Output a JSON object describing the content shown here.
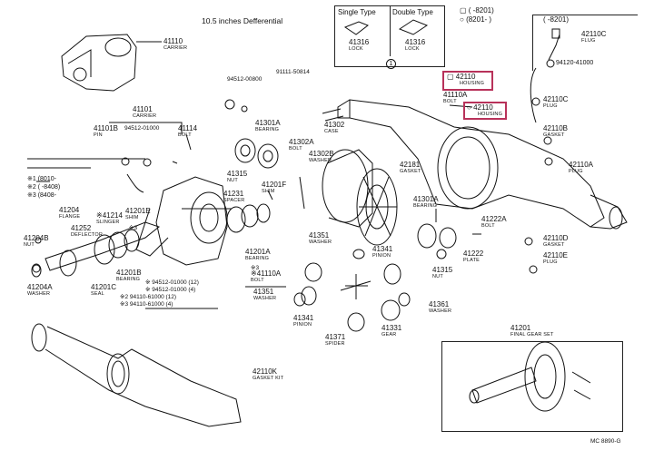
{
  "title": "10.5 inches Defferential",
  "accent": "#b8325a",
  "legend_top": {
    "single": "Single Type",
    "double": "Double Type",
    "single_pn": "41316",
    "single_lbl": "LOCK",
    "double_pn": "41316",
    "double_lbl": "LOCK",
    "circle_marker": "1"
  },
  "date_legend": {
    "row1": "(          -8201)",
    "row2": "(8201-          )"
  },
  "flug_box": {
    "range": "(          -8201)",
    "pn1": "42110C",
    "lbl1": "FLUG",
    "pn2": "94120-41000"
  },
  "highlight1": {
    "pn": "42110",
    "sub": "HOUSING"
  },
  "highlight2": {
    "pn": "42110",
    "sub": "HOUSING"
  },
  "parts": {
    "p41110": {
      "pn": "41110",
      "lbl": "CARRIER"
    },
    "p94512": {
      "pn": "94512-00800",
      "lbl": ""
    },
    "p91111": {
      "pn": "91111-50814",
      "lbl": ""
    },
    "p41101": {
      "pn": "41101",
      "lbl": "CARRIER"
    },
    "p41101b": {
      "pn": "41101B",
      "lbl": "PIN"
    },
    "p94512b": {
      "pn": "94512-01000",
      "lbl": ""
    },
    "p41114": {
      "pn": "41114",
      "lbl": "BOLT"
    },
    "p41301a": {
      "pn": "41301A",
      "lbl": "BEARING"
    },
    "p41302": {
      "pn": "41302",
      "lbl": "CASE"
    },
    "p41302a": {
      "pn": "41302A",
      "lbl": "BOLT"
    },
    "p41302b": {
      "pn": "41302B",
      "lbl": "WASHER"
    },
    "p41110a": {
      "pn": "41110A",
      "lbl": "BOLT"
    },
    "p42110c": {
      "pn": "42110C",
      "lbl": "PLUG"
    },
    "p42110b": {
      "pn": "42110B",
      "lbl": "GASKET"
    },
    "p42110a": {
      "pn": "42110A",
      "lbl": "PLUG"
    },
    "p42181": {
      "pn": "42181",
      "lbl": "GASKET"
    },
    "p41315": {
      "pn": "41315",
      "lbl": "NUT"
    },
    "p41231": {
      "pn": "41231",
      "lbl": "SPACER"
    },
    "p41201f": {
      "pn": "41201F",
      "lbl": "SHIM"
    },
    "p41204": {
      "pn": "41204",
      "lbl": "FLANGE"
    },
    "p41214": {
      "pn": "※41214",
      "lbl": "SLINGER"
    },
    "p41201e": {
      "pn": "41201E",
      "lbl": "SHIM"
    },
    "p41252": {
      "pn": "41252",
      "lbl": "DEFLECTOR"
    },
    "p41204b": {
      "pn": "41204B",
      "lbl": "NUT"
    },
    "p41204a": {
      "pn": "41204A",
      "lbl": "WASHER"
    },
    "p41201c": {
      "pn": "41201C",
      "lbl": "SEAL"
    },
    "p41201b": {
      "pn": "41201B",
      "lbl": "BEARING"
    },
    "p41201a": {
      "pn": "41201A",
      "lbl": "BEARING"
    },
    "p41110a2": {
      "pn": "※41110A",
      "lbl": "BOLT"
    },
    "p41351": {
      "pn": "41351",
      "lbl": "WASHER"
    },
    "p41341": {
      "pn": "41341",
      "lbl": "PINION"
    },
    "p41301a2": {
      "pn": "41301A",
      "lbl": "BEARING"
    },
    "p41315b": {
      "pn": "41315",
      "lbl": "NUT"
    },
    "p41222a": {
      "pn": "41222A",
      "lbl": "BOLT"
    },
    "p41222": {
      "pn": "41222",
      "lbl": "PLATE"
    },
    "p42110d": {
      "pn": "42110D",
      "lbl": "GASKET"
    },
    "p42110e": {
      "pn": "42110E",
      "lbl": "PLUG"
    },
    "p41351b": {
      "pn": "41351",
      "lbl": "WASHER"
    },
    "p41341b": {
      "pn": "41341",
      "lbl": "PINION"
    },
    "p41371": {
      "pn": "41371",
      "lbl": "SPIDER"
    },
    "p41331": {
      "pn": "41331",
      "lbl": "GEAR"
    },
    "p41361": {
      "pn": "41361",
      "lbl": "WASHER"
    },
    "p41201": {
      "pn": "41201",
      "lbl": "FINAL GEAR SET"
    },
    "p42110k": {
      "pn": "42110K",
      "lbl": "GASKET KIT"
    }
  },
  "notes": {
    "n1": "※1 (8010-",
    "n2": "※2 (          -8408)",
    "n3": "※3 (8408-",
    "n4": "※ 94512-01000 (12)",
    "n5": "※ 94512-01000 (4)",
    "n6": "※2 94110-61000 (12)",
    "n7": "※3 94110-61000 (4)",
    "n8": "※3",
    "n9": "※3"
  },
  "footer": "MC 8890-G"
}
